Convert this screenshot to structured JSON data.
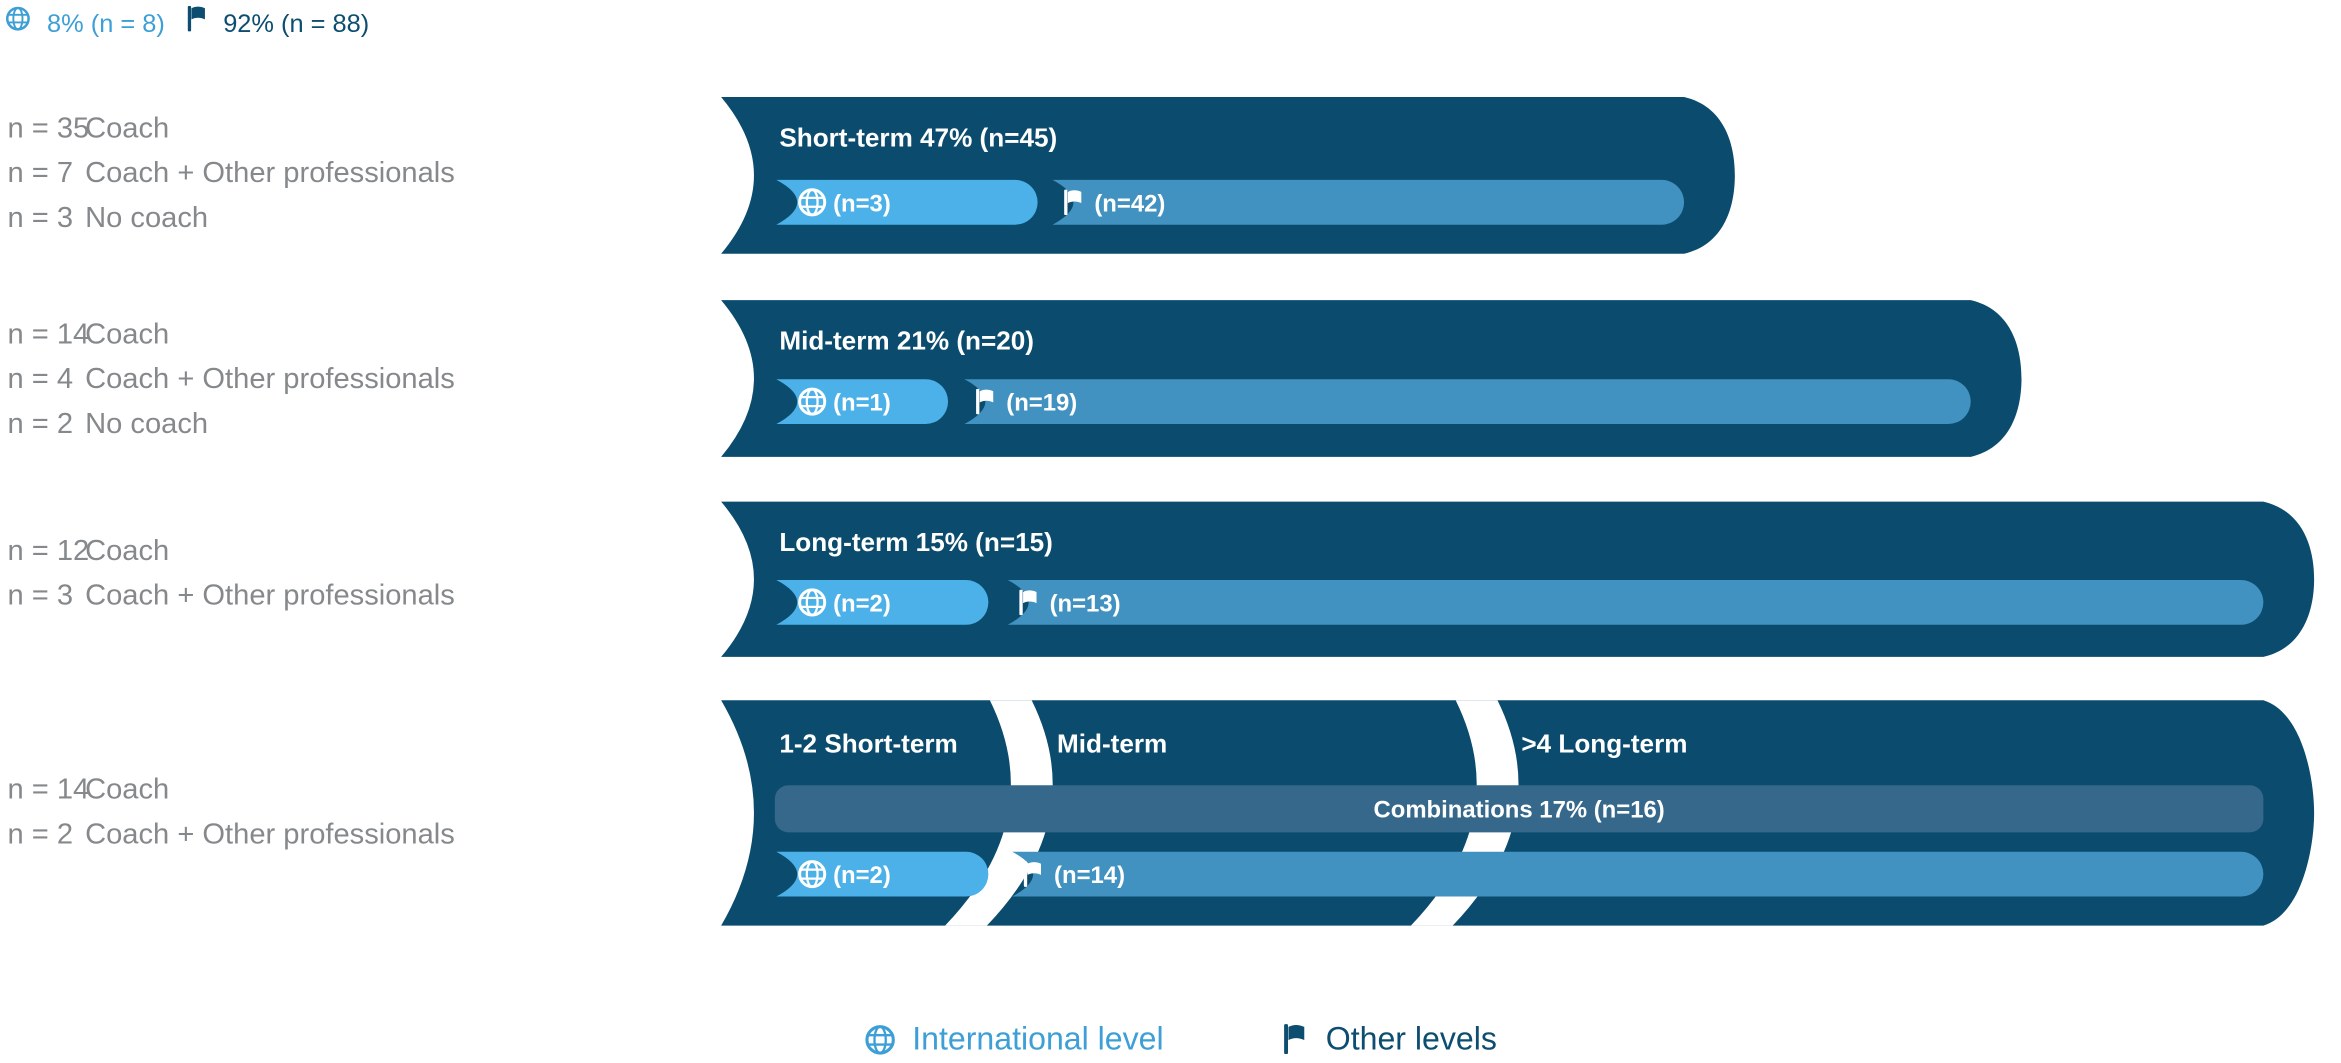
{
  "top_legend": {
    "international_total": "8% (n = 8)",
    "other_total": "92% (n = 88)"
  },
  "sections": [
    {
      "title": "Short-term 47% (n=45)",
      "international": "(n=3)",
      "other": "(n=42)",
      "rows": [
        {
          "n": "n = 35",
          "label": "Coach"
        },
        {
          "n": "n = 7",
          "label": "Coach + Other professionals"
        },
        {
          "n": "n = 3",
          "label": "No coach"
        }
      ]
    },
    {
      "title": "Mid-term 21% (n=20)",
      "international": "(n=1)",
      "other": "(n=19)",
      "rows": [
        {
          "n": "n = 14",
          "label": "Coach"
        },
        {
          "n": "n = 4",
          "label": "Coach + Other professionals"
        },
        {
          "n": "n = 2",
          "label": "No coach"
        }
      ]
    },
    {
      "title": "Long-term 15% (n=15)",
      "international": "(n=2)",
      "other": "(n=13)",
      "rows": [
        {
          "n": "n = 12",
          "label": "Coach"
        },
        {
          "n": "n = 3",
          "label": "Coach + Other professionals"
        }
      ]
    },
    {
      "segment_titles": [
        "1-2 Short-term",
        "Mid-term",
        ">4 Long-term"
      ],
      "combination_label": "Combinations 17% (n=16)",
      "international": "(n=2)",
      "other": "(n=14)",
      "rows": [
        {
          "n": "n = 14",
          "label": "Coach"
        },
        {
          "n": "n = 2",
          "label": "Coach + Other professionals"
        }
      ]
    }
  ],
  "bottom_legend": {
    "international": "International level",
    "other": "Other levels"
  },
  "colors": {
    "dark_navy": "#0b4c6e",
    "other_levels_blue": "#4192c0",
    "international_blue": "#4bb1e8",
    "combinations_steel_blue": "#35688a",
    "gray_text": "#86898c",
    "legend_light_blue": "#3d9fd6"
  },
  "chart_data": {
    "type": "bar",
    "title": "",
    "categories": [
      "Short-term",
      "Mid-term",
      "Long-term",
      "Combinations"
    ],
    "totals": {
      "percent": [
        47,
        21,
        15,
        17
      ],
      "n": [
        45,
        20,
        15,
        16
      ],
      "labels": [
        "Short-term 47% (n=45)",
        "Mid-term 21% (n=20)",
        "Long-term 15% (n=15)",
        "Combinations 17% (n=16)"
      ]
    },
    "series": [
      {
        "name": "International level",
        "values": [
          3,
          1,
          2,
          2
        ]
      },
      {
        "name": "Other levels",
        "values": [
          42,
          19,
          13,
          14
        ]
      },
      {
        "name": "Coach",
        "values": [
          35,
          14,
          12,
          14
        ]
      },
      {
        "name": "Coach + Other professionals",
        "values": [
          7,
          4,
          3,
          2
        ]
      },
      {
        "name": "No coach",
        "values": [
          3,
          2,
          0,
          0
        ]
      }
    ],
    "overall": {
      "International level": "8% (n = 8)",
      "Other levels": "92% (n = 88)"
    },
    "combination_segments": [
      "1-2 Short-term",
      "Mid-term",
      ">4 Long-term"
    ],
    "legend_position": "bottom",
    "grid": false
  }
}
